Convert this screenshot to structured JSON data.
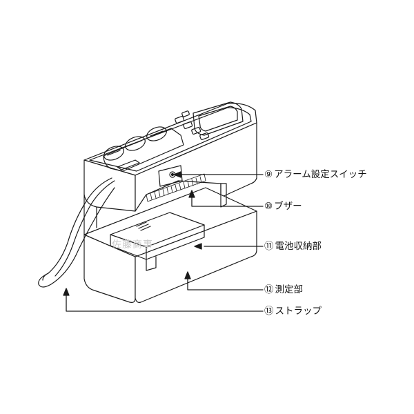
{
  "callouts": [
    {
      "id": "alarm-switch",
      "number": "⑨",
      "label": "アラーム設定スイッチ"
    },
    {
      "id": "buzzer",
      "number": "⑩",
      "label": "ブザー"
    },
    {
      "id": "battery-compartment",
      "number": "⑪",
      "label": "電池収納部"
    },
    {
      "id": "measuring-part",
      "number": "⑫",
      "label": "測定部"
    },
    {
      "id": "strap",
      "number": "⑬",
      "label": "ストラップ"
    }
  ],
  "watermark": "佐藤商事",
  "colors": {
    "line": "#1a1a1a",
    "background": "#ffffff",
    "watermark": "#c8c8c8"
  }
}
